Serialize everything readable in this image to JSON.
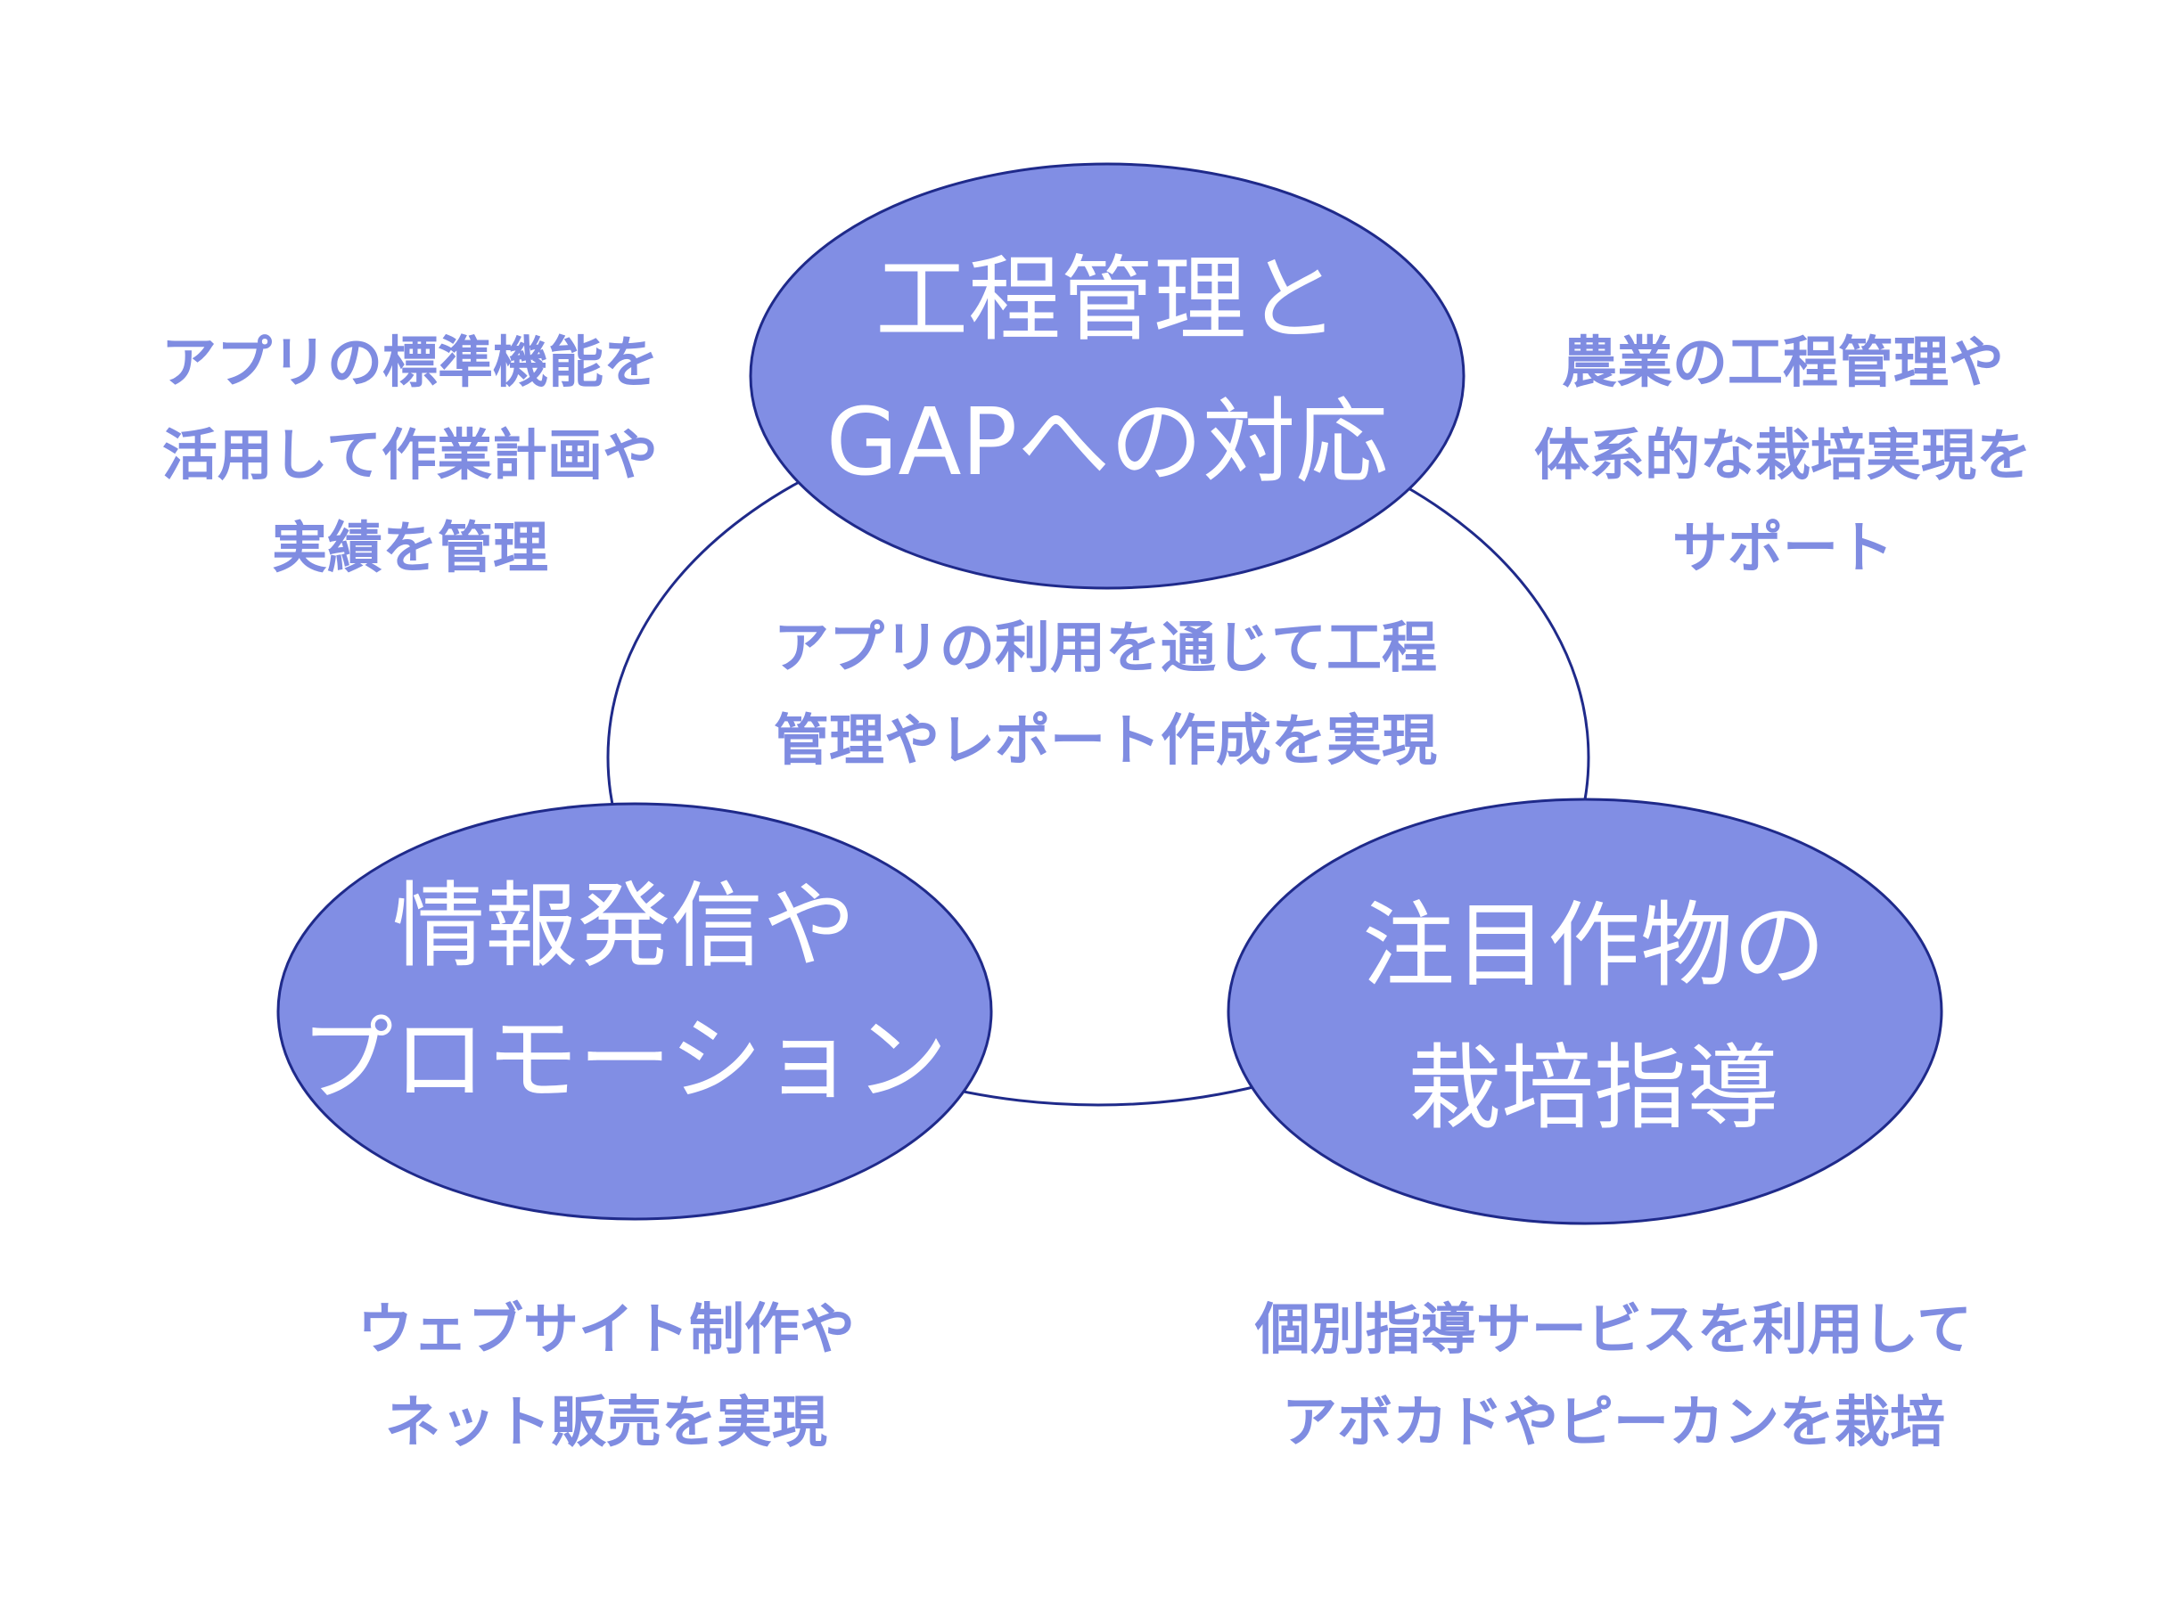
{
  "colors": {
    "bubble_fill": "#818ee4",
    "outline": "#1f2a8a",
    "note_text": "#7f8ce1",
    "label_text": "#ffffff"
  },
  "bubbles": {
    "top": {
      "line1": "工程管理と",
      "line2": "GAPへの対応"
    },
    "left": {
      "line1": "情報発信や",
      "line2": "プロモーション"
    },
    "right": {
      "line1": "注目作物の",
      "line2": "栽培指導"
    }
  },
  "notes": {
    "top_left": {
      "line1": "アプリの標準機能を",
      "line2": "活用して作業計画や",
      "line3": "実績を管理"
    },
    "top_right": {
      "line1": "農業の工程管理や",
      "line2": "体系的な栽培実現を",
      "line3": "サポート"
    },
    "center": {
      "line1": "アプリの利用を通じて工程",
      "line2": "管理やレポート作成を実現"
    },
    "bottom_left": {
      "line1": "ウェブサイト制作や",
      "line2": "ネット販売を実現"
    },
    "bottom_right": {
      "line1": "個別指導サービスを利用して",
      "line2": "アボカドやピーカンを栽培"
    }
  }
}
